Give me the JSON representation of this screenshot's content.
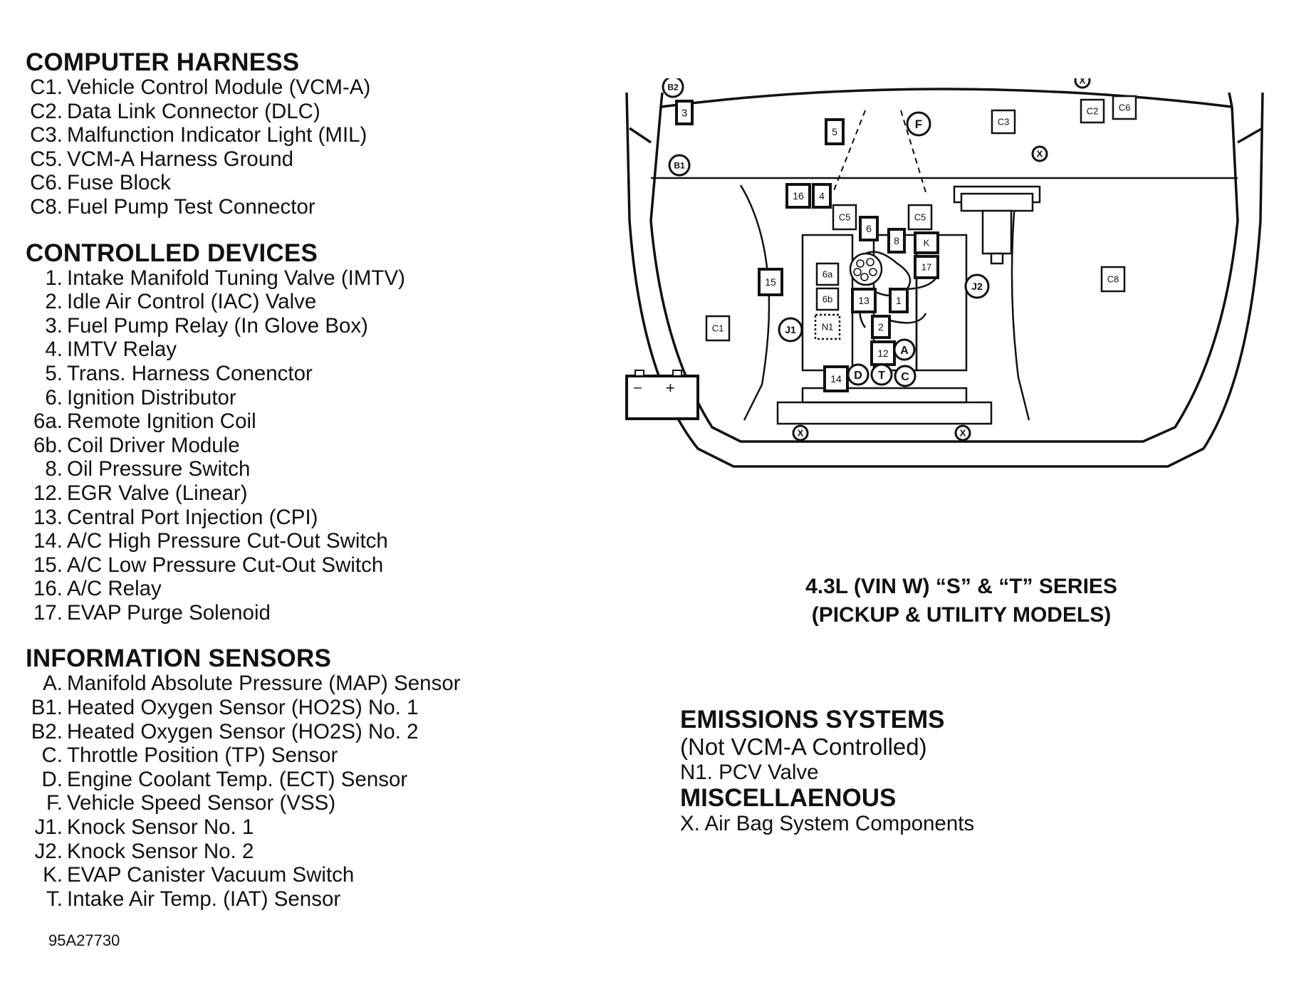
{
  "computer_harness": {
    "title": "COMPUTER HARNESS",
    "items": [
      {
        "code": "C1.",
        "text": "Vehicle Control Module (VCM-A)"
      },
      {
        "code": "C2.",
        "text": "Data Link Connector (DLC)"
      },
      {
        "code": "C3.",
        "text": "Malfunction Indicator Light (MIL)"
      },
      {
        "code": "C5.",
        "text": "VCM-A Harness Ground"
      },
      {
        "code": "C6.",
        "text": "Fuse Block"
      },
      {
        "code": "C8.",
        "text": "Fuel Pump Test Connector"
      }
    ]
  },
  "controlled_devices": {
    "title": "CONTROLLED DEVICES",
    "items": [
      {
        "code": "1.",
        "text": "Intake Manifold Tuning Valve (IMTV)"
      },
      {
        "code": "2.",
        "text": "Idle Air Control (IAC) Valve"
      },
      {
        "code": "3.",
        "text": "Fuel Pump Relay (In Glove Box)"
      },
      {
        "code": "4.",
        "text": "IMTV Relay"
      },
      {
        "code": "5.",
        "text": "Trans. Harness Conenctor"
      },
      {
        "code": "6.",
        "text": "Ignition Distributor"
      },
      {
        "code": "6a.",
        "text": "Remote Ignition Coil"
      },
      {
        "code": "6b.",
        "text": "Coil Driver Module"
      },
      {
        "code": "8.",
        "text": "Oil Pressure Switch"
      },
      {
        "code": "12.",
        "text": "EGR Valve (Linear)"
      },
      {
        "code": "13.",
        "text": "Central Port Injection (CPI)"
      },
      {
        "code": "14.",
        "text": "A/C High Pressure Cut-Out Switch"
      },
      {
        "code": "15.",
        "text": "A/C Low Pressure Cut-Out Switch"
      },
      {
        "code": "16.",
        "text": "A/C Relay"
      },
      {
        "code": "17.",
        "text": "EVAP Purge Solenoid"
      }
    ]
  },
  "information_sensors": {
    "title": "INFORMATION SENSORS",
    "items": [
      {
        "code": "A.",
        "text": "Manifold Absolute Pressure (MAP) Sensor"
      },
      {
        "code": "B1.",
        "text": "Heated Oxygen Sensor (HO2S) No. 1"
      },
      {
        "code": "B2.",
        "text": "Heated Oxygen Sensor (HO2S) No. 2"
      },
      {
        "code": "C.",
        "text": "Throttle Position (TP) Sensor"
      },
      {
        "code": "D.",
        "text": "Engine Coolant Temp. (ECT) Sensor"
      },
      {
        "code": "F.",
        "text": "Vehicle Speed Sensor (VSS)"
      },
      {
        "code": "J1.",
        "text": "Knock Sensor No. 1"
      },
      {
        "code": "J2.",
        "text": "Knock Sensor No. 2"
      },
      {
        "code": "K.",
        "text": "EVAP Canister Vacuum Switch"
      },
      {
        "code": "T.",
        "text": "Intake Air Temp. (IAT) Sensor"
      }
    ]
  },
  "figure_code": "95A27730",
  "diagram": {
    "caption_line1": "4.3L (VIN W) “S” & “T” SERIES",
    "caption_line2": "(PICKUP & UTILITY MODELS)",
    "box_labels": {
      "b3": "3",
      "b5": "5",
      "c3": "C3",
      "c2": "C2",
      "c6": "C6",
      "b16": "16",
      "b4": "4",
      "c5a": "C5",
      "c5b": "C5",
      "b6": "6",
      "b8": "8",
      "bk": "K",
      "b17": "17",
      "b6a": "6a",
      "b6b": "6b",
      "b13": "13",
      "b1": "1",
      "bn1": "N1",
      "b2": "2",
      "b12": "12",
      "b14": "14",
      "b15": "15",
      "c1": "C1",
      "c8": "C8"
    },
    "circle_labels": {
      "b2": "B2",
      "b1": "B1",
      "f": "F",
      "x1": "X",
      "x2": "X",
      "x3": "X",
      "x4": "X",
      "j1": "J1",
      "j2": "J2",
      "a": "A",
      "d": "D",
      "t": "T",
      "c": "C"
    },
    "battery_minus": "–",
    "battery_plus": "+"
  },
  "emissions": {
    "title": "EMISSIONS SYSTEMS",
    "subtitle": "(Not VCM-A Controlled)",
    "item": "N1. PCV Valve"
  },
  "miscellaneous": {
    "title": "MISCELLAENOUS",
    "item": "X. Air Bag System Components"
  }
}
